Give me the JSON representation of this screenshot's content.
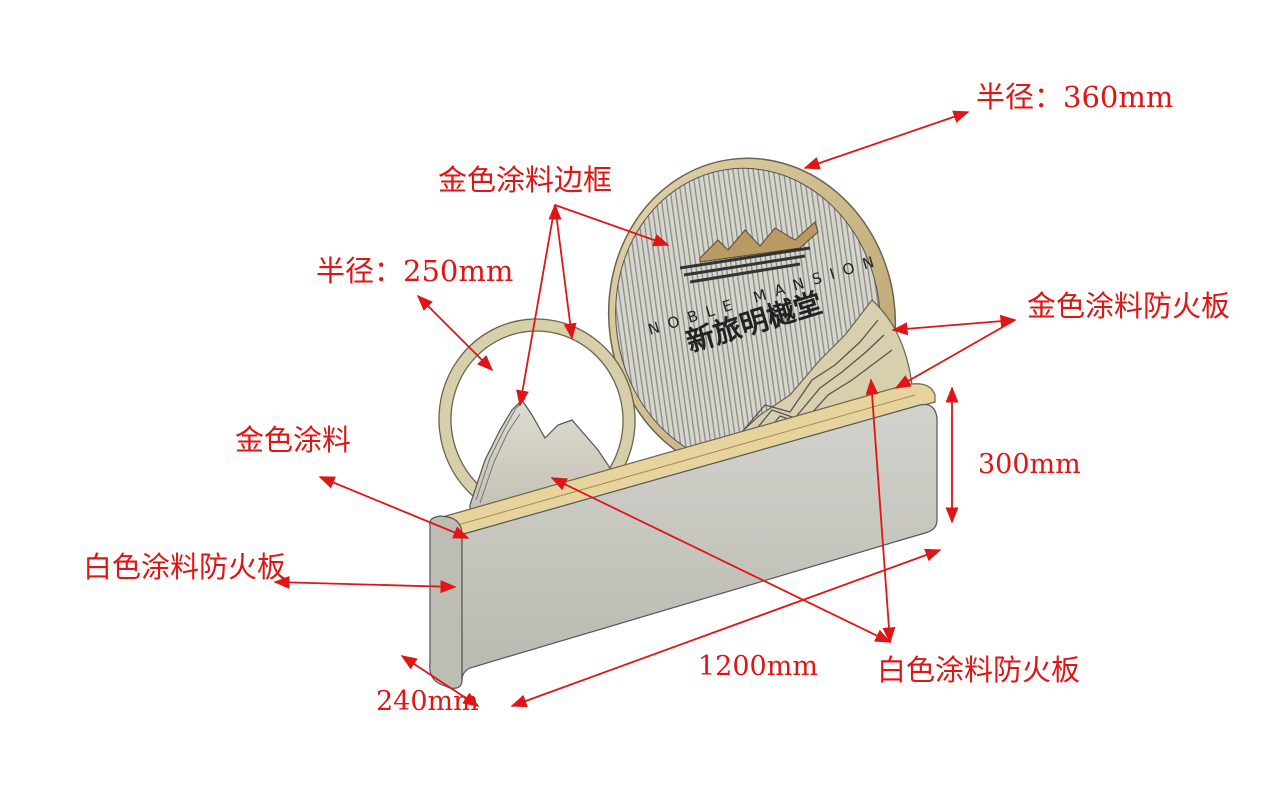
{
  "sign": {
    "english_name": "NOBLE MANSION",
    "chinese_name": "新旅明樾堂"
  },
  "annotations": {
    "radius_large": "半径：360mm",
    "gold_paint_frame": "金色涂料边框",
    "radius_small": "半径：250mm",
    "gold_paint_fireproof_board": "金色涂料防火板",
    "gold_paint": "金色涂料",
    "white_paint_fireproof_board_left": "白色涂料防火板",
    "white_paint_fireproof_board_bottom": "白色涂料防火板",
    "height": "300mm",
    "length": "1200mm",
    "depth": "240mm"
  },
  "colors": {
    "annotation": "#e01515",
    "gold_frame": "#d9cfa6",
    "gold_panel": "#c9b483",
    "base_white": "#c9c9c2",
    "slat_panel": "#cfcfc8"
  }
}
